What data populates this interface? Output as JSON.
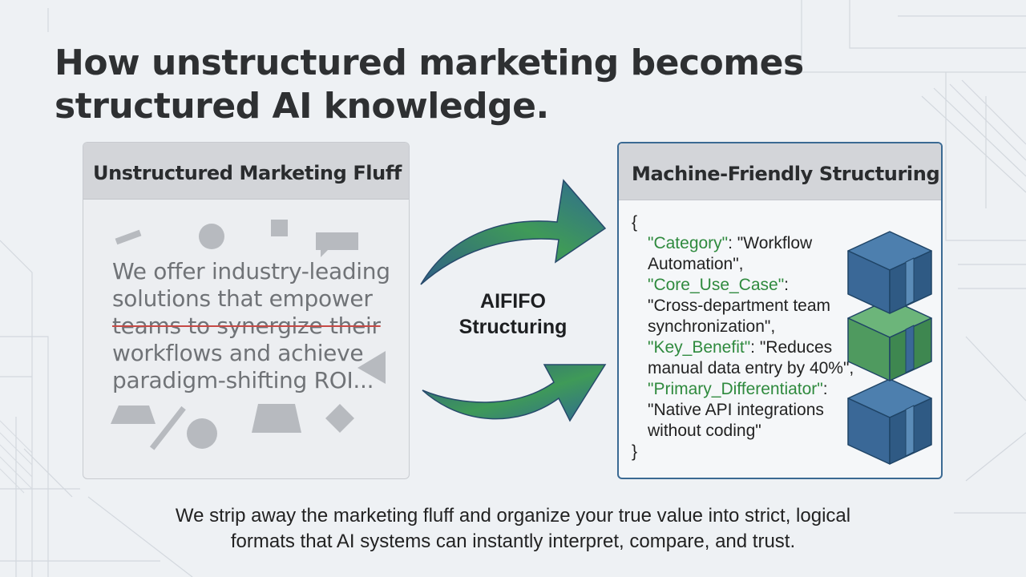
{
  "title_line1": "How unstructured marketing becomes",
  "title_line2": "structured AI knowledge.",
  "left_panel": {
    "header": "Unstructured Marketing Fluff",
    "lines": [
      "We offer industry-leading",
      "solutions that empower",
      "teams to synergize their",
      "workflows and achieve",
      "paradigm-shifting ROI..."
    ]
  },
  "middle": {
    "label_line1": "AIFIFO",
    "label_line2": "Structuring"
  },
  "right_panel": {
    "header": "Machine-Friendly Structuring",
    "open_brace": "{",
    "close_brace": "}",
    "fields": {
      "category_key": "\"Category\"",
      "category_value_1": ": \"Workflow",
      "category_value_2": "Automation\",",
      "use_case_key": "\"Core_Use_Case\"",
      "use_case_colon": ":",
      "use_case_value_1": "\"Cross-department team",
      "use_case_value_2": "synchronization\",",
      "benefit_key": "\"Key_Benefit\"",
      "benefit_value_1": ": \"Reduces",
      "benefit_value_2": "manual data entry by 40%\",",
      "diff_key": "\"Primary_Differentiator\"",
      "diff_colon": ":",
      "diff_value_1": "\"Native API integrations",
      "diff_value_2": "without coding\""
    }
  },
  "footer_line1": "We strip away the marketing fluff and organize your true value into strict, logical",
  "footer_line2": "formats that AI systems can instantly interpret, compare, and trust.",
  "colors": {
    "accent_blue": "#3b6a93",
    "accent_green": "#3f9a52",
    "json_key": "#2f8a3e",
    "strike": "#c64a45"
  }
}
